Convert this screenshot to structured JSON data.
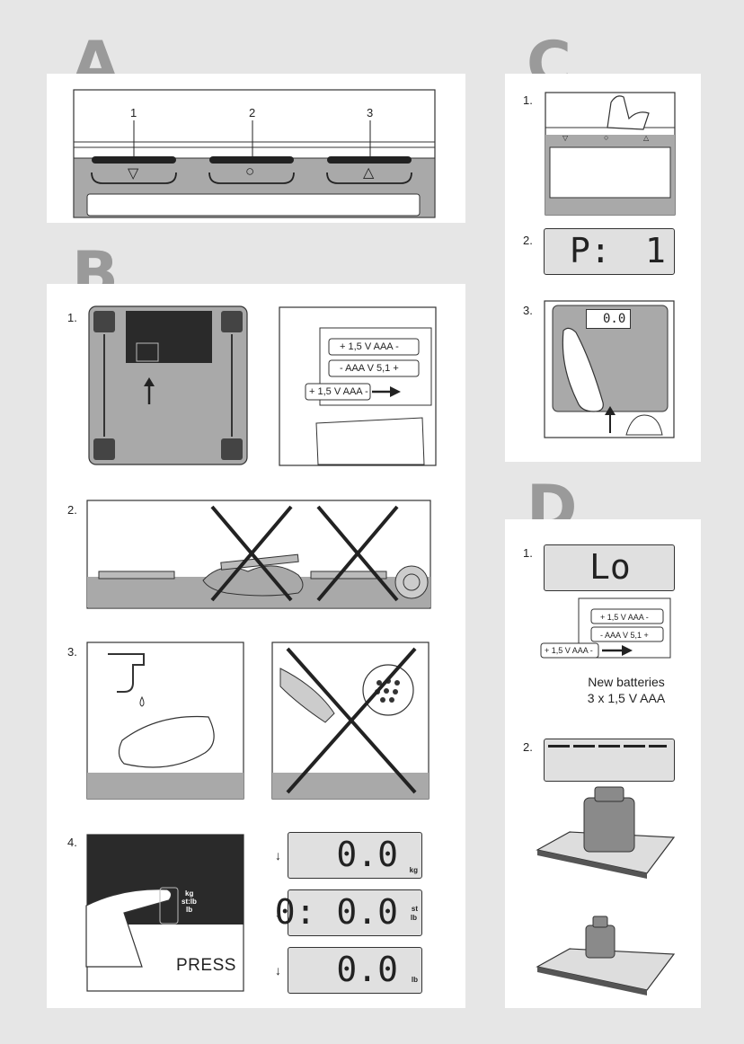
{
  "sections": {
    "a": {
      "letter": "A",
      "labels": [
        "1",
        "2",
        "3"
      ]
    },
    "b": {
      "letter": "B",
      "steps": [
        "1.",
        "2.",
        "3.",
        "4."
      ],
      "battery_label": "+ 1,5 V AAA -",
      "battery_label_flipped": "- AAA V 5,1 +",
      "press_label": "PRESS",
      "units": {
        "kg": "kg",
        "st_lb": "st:lb",
        "lb": "lb",
        "st": "st"
      },
      "displays": [
        {
          "text": "0.0",
          "unit": "kg"
        },
        {
          "text": "0: 0.0",
          "unit": "st\nlb"
        },
        {
          "text": "0.0",
          "unit": "lb"
        }
      ]
    },
    "c": {
      "letter": "C",
      "steps": [
        "1.",
        "2.",
        "3."
      ],
      "display_text": "P:",
      "display_value": "1",
      "scale_readout": "0.0"
    },
    "d": {
      "letter": "D",
      "steps": [
        "1.",
        "2."
      ],
      "display_text": "Lo",
      "new_batteries_line1": "New batteries",
      "new_batteries_line2": "3 x 1,5 V AAA",
      "battery_label": "+ 1,5 V AAA -",
      "battery_label_flipped": "- AAA V 5,1 +"
    }
  },
  "colors": {
    "panel": "#ffffff",
    "background": "#e6e6e6",
    "gray": "#9a9a9a",
    "scale_gray": "#a9a9a9",
    "line": "#222222"
  }
}
